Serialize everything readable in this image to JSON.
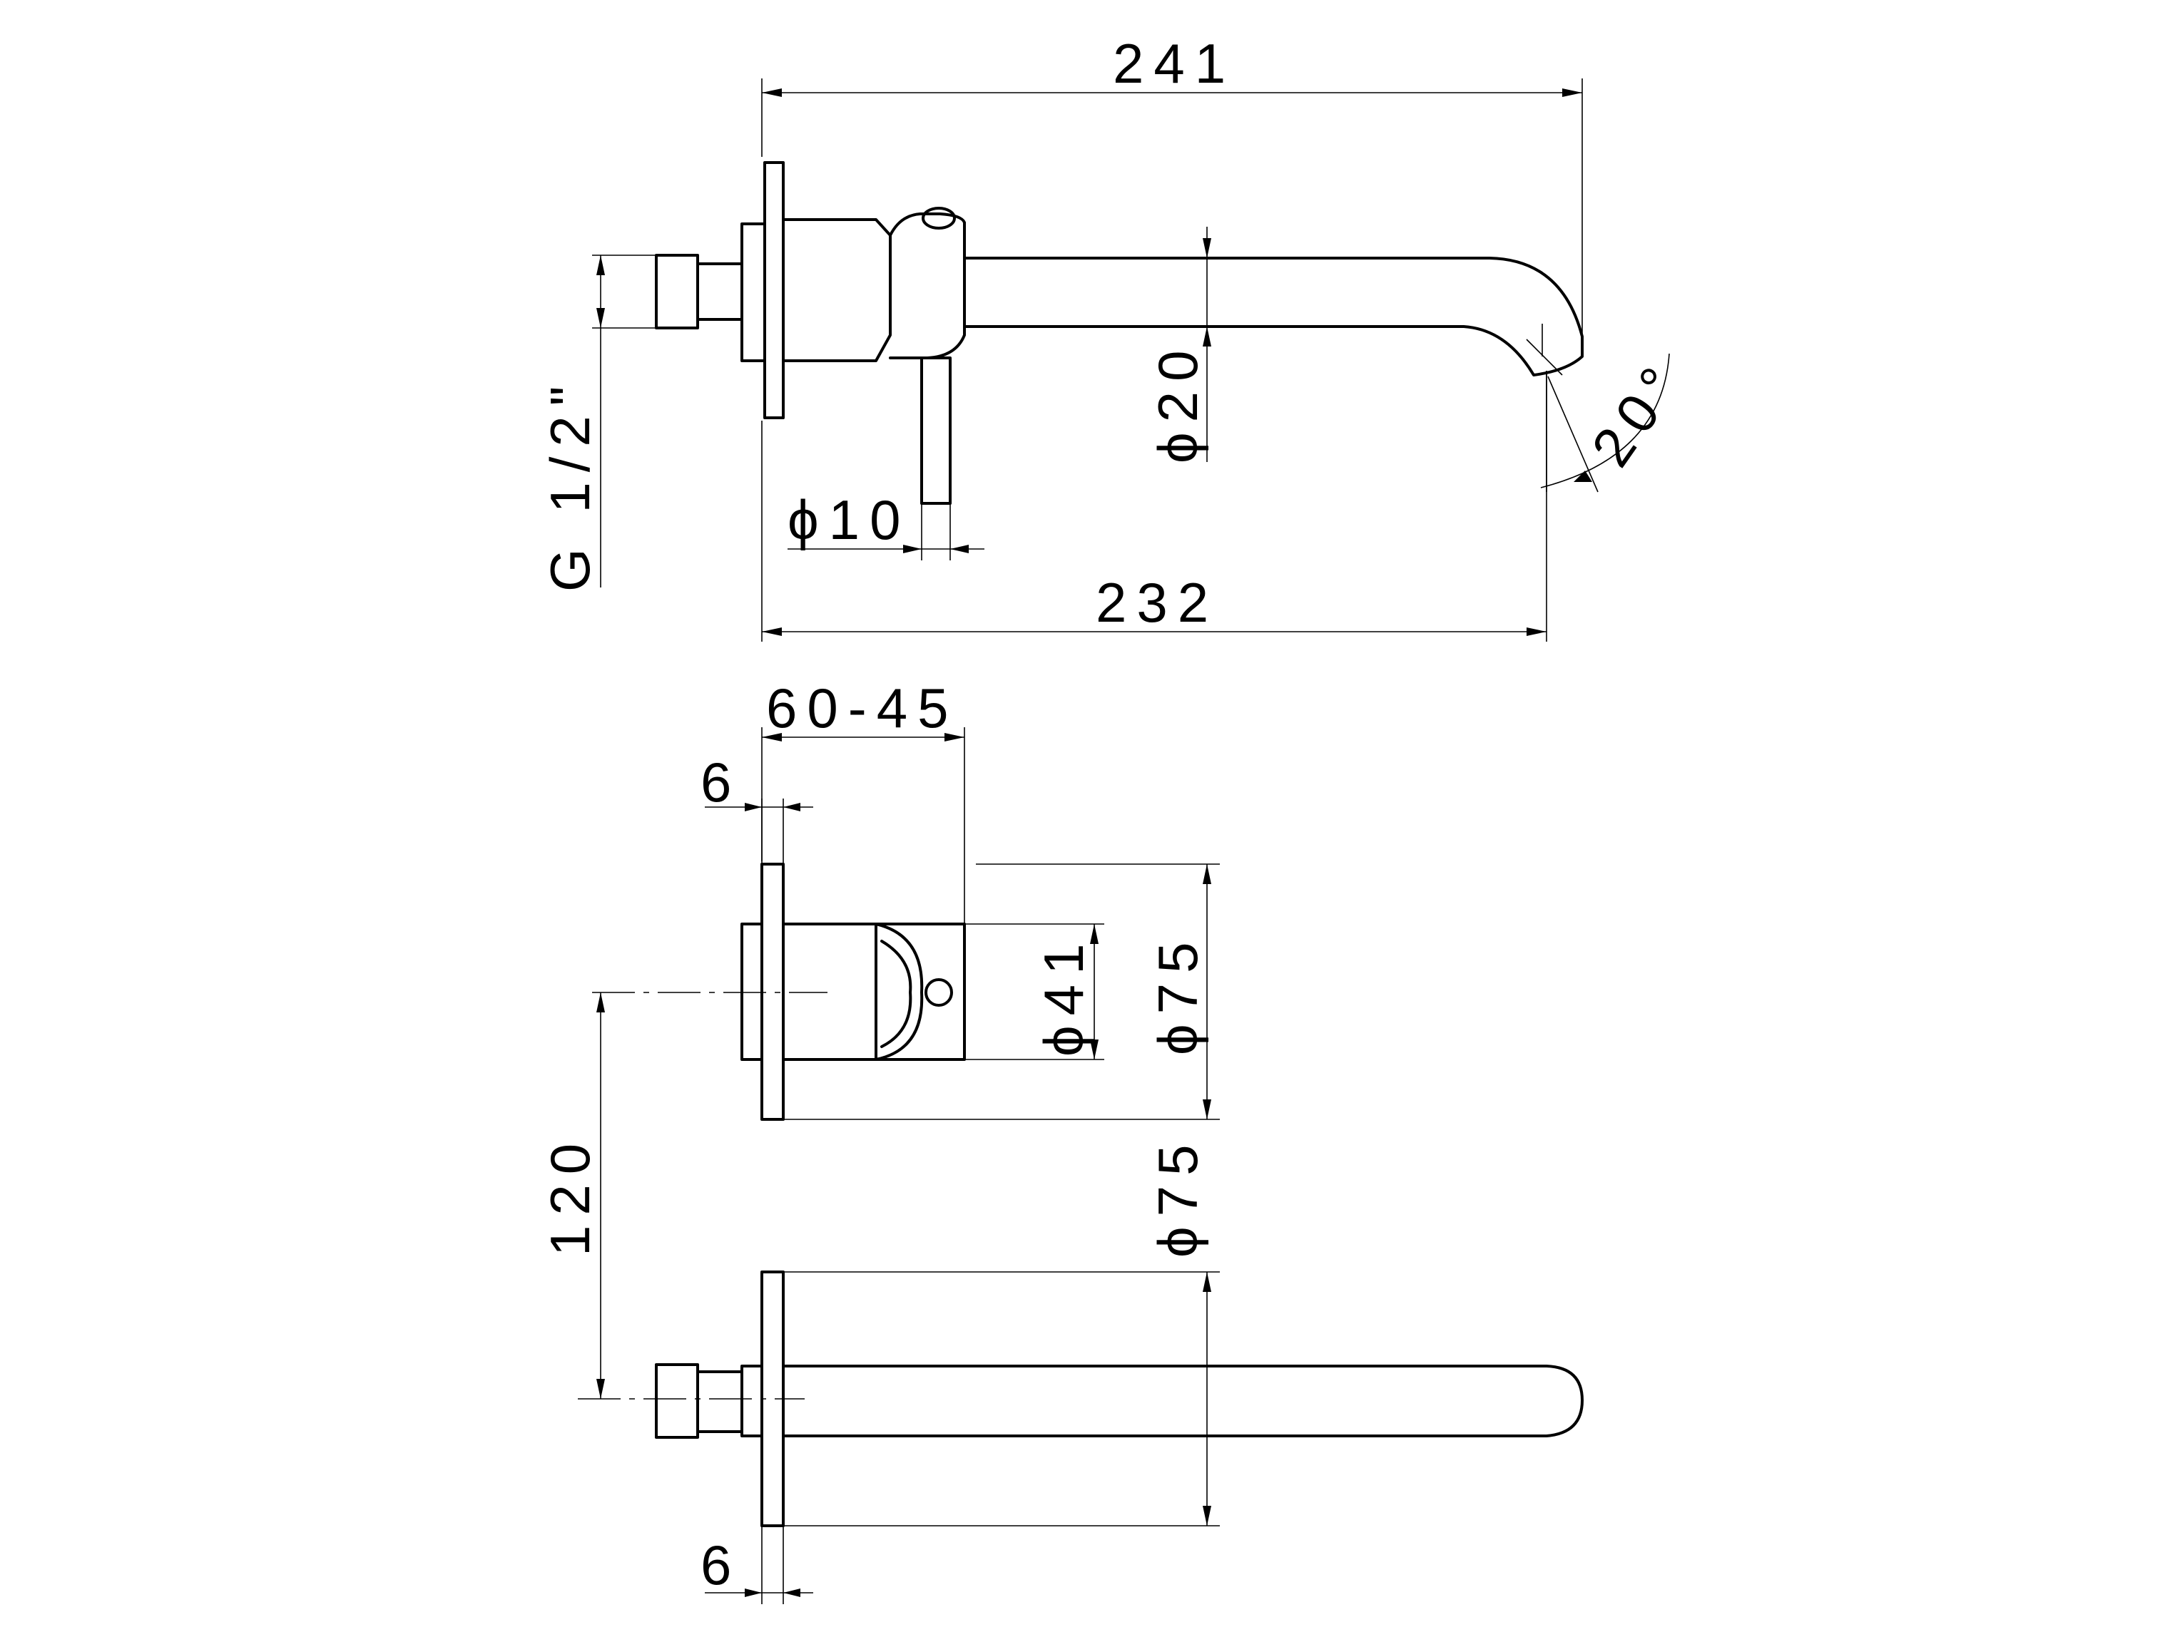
{
  "drawing": {
    "colors": {
      "line": "#000000",
      "background": "#ffffff"
    },
    "side_view": {
      "overall_length": "241",
      "projection_length": "232",
      "inlet_thread": "G 1/2\"",
      "spout_diameter": "ϕ20",
      "lever_diameter": "ϕ10",
      "spout_angle": "20°"
    },
    "mixer_view": {
      "depth_range": "60-45",
      "plate_thickness": "6",
      "body_diameter": "ϕ41",
      "plate_diameter": "ϕ75",
      "centre_distance": "120"
    },
    "spout_view": {
      "plate_diameter": "ϕ75",
      "plate_thickness": "6"
    }
  }
}
